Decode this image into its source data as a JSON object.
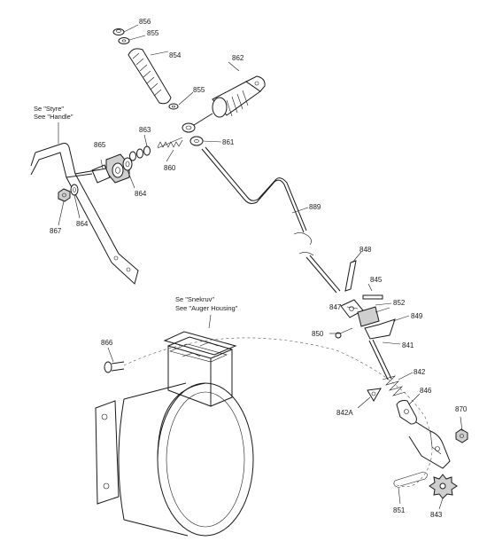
{
  "notes": {
    "handle_line1": "Se \"Styre\"",
    "handle_line2": "See \"Handle\"",
    "auger_line1": "Se \"Snekruv\"",
    "auger_line2": "See \"Auger Housing\""
  },
  "parts": {
    "p856": "856",
    "p855a": "855",
    "p854": "854",
    "p862": "862",
    "p855b": "855",
    "p863": "863",
    "p865": "865",
    "p861": "861",
    "p860": "860",
    "p864a": "864",
    "p864b": "864",
    "p867": "867",
    "p889": "889",
    "p848": "848",
    "p845": "845",
    "p852": "852",
    "p847": "847",
    "p849": "849",
    "p850": "850",
    "p866": "866",
    "p841": "841",
    "p842": "842",
    "p842A": "842A",
    "p846": "846",
    "p870": "870",
    "p851": "851",
    "p843": "843"
  }
}
